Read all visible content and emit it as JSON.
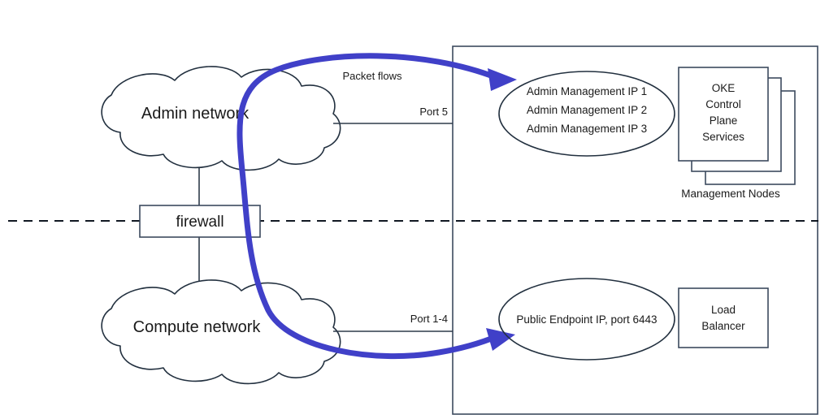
{
  "diagram": {
    "title": "OKE admin and compute network packet flow diagram",
    "colors": {
      "flow_blue": "#4040c8",
      "outline_navy": "#22303f",
      "box_stroke": "#3c4a5e",
      "text": "#1a1a1a",
      "background": "#ffffff"
    },
    "clouds": [
      {
        "id": "admin-network",
        "label": "Admin network"
      },
      {
        "id": "compute-network",
        "label": "Compute network"
      }
    ],
    "firewall": {
      "label": "firewall"
    },
    "ports": [
      {
        "id": "port-5",
        "label": "Port 5"
      },
      {
        "id": "port-1-4",
        "label": "Port 1-4"
      }
    ],
    "flow": {
      "label": "Packet flows"
    },
    "admin_endpoint": {
      "lines": [
        "Admin Management IP 1",
        "Admin Management IP 2",
        "Admin Management IP 3"
      ]
    },
    "control_plane": {
      "lines": [
        "OKE",
        "Control",
        "Plane",
        "Services"
      ],
      "caption": "Management Nodes",
      "stack_count": 3
    },
    "public_endpoint": {
      "label": "Public Endpoint IP, port 6443"
    },
    "load_balancer": {
      "lines": [
        "Load",
        "Balancer"
      ]
    }
  }
}
